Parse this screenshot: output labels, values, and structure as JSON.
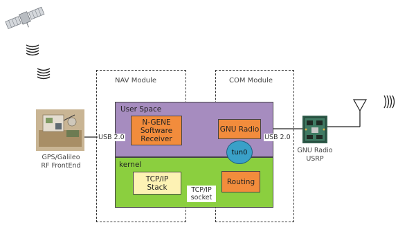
{
  "modules": {
    "nav": {
      "label": "NAV Module"
    },
    "com": {
      "label": "COM Module"
    }
  },
  "layers": {
    "user_space": {
      "label": "User Space",
      "color": "#a68cbf"
    },
    "kernel": {
      "label": "kernel",
      "color": "#8bcf3f"
    }
  },
  "blocks": {
    "receiver": {
      "lines": [
        "N-GENE",
        "Software",
        "Receiver"
      ],
      "color": "#f28c3c"
    },
    "gnu_radio": {
      "lines": [
        "GNU Radio"
      ],
      "color": "#f28c3c"
    },
    "tun0": {
      "label": "tun0",
      "color": "#3aa0c8"
    },
    "tcp_stack": {
      "lines": [
        "TCP/IP",
        "Stack"
      ],
      "color": "#fdf2b4"
    },
    "routing": {
      "lines": [
        "Routing"
      ],
      "color": "#f28c3c"
    }
  },
  "connections": {
    "usb_left": "USB 2.0",
    "usb_right": "USB 2.0",
    "socket": [
      "TCP/IP",
      "socket"
    ]
  },
  "devices": {
    "frontend": {
      "lines": [
        "GPS/Galileo",
        "RF FrontEnd"
      ]
    },
    "usrp": {
      "lines": [
        "GNU Radio",
        "USRP"
      ]
    },
    "antenna": {
      "icon": "antenna-icon"
    },
    "satellite": {
      "icon": "satellite-icon"
    }
  }
}
